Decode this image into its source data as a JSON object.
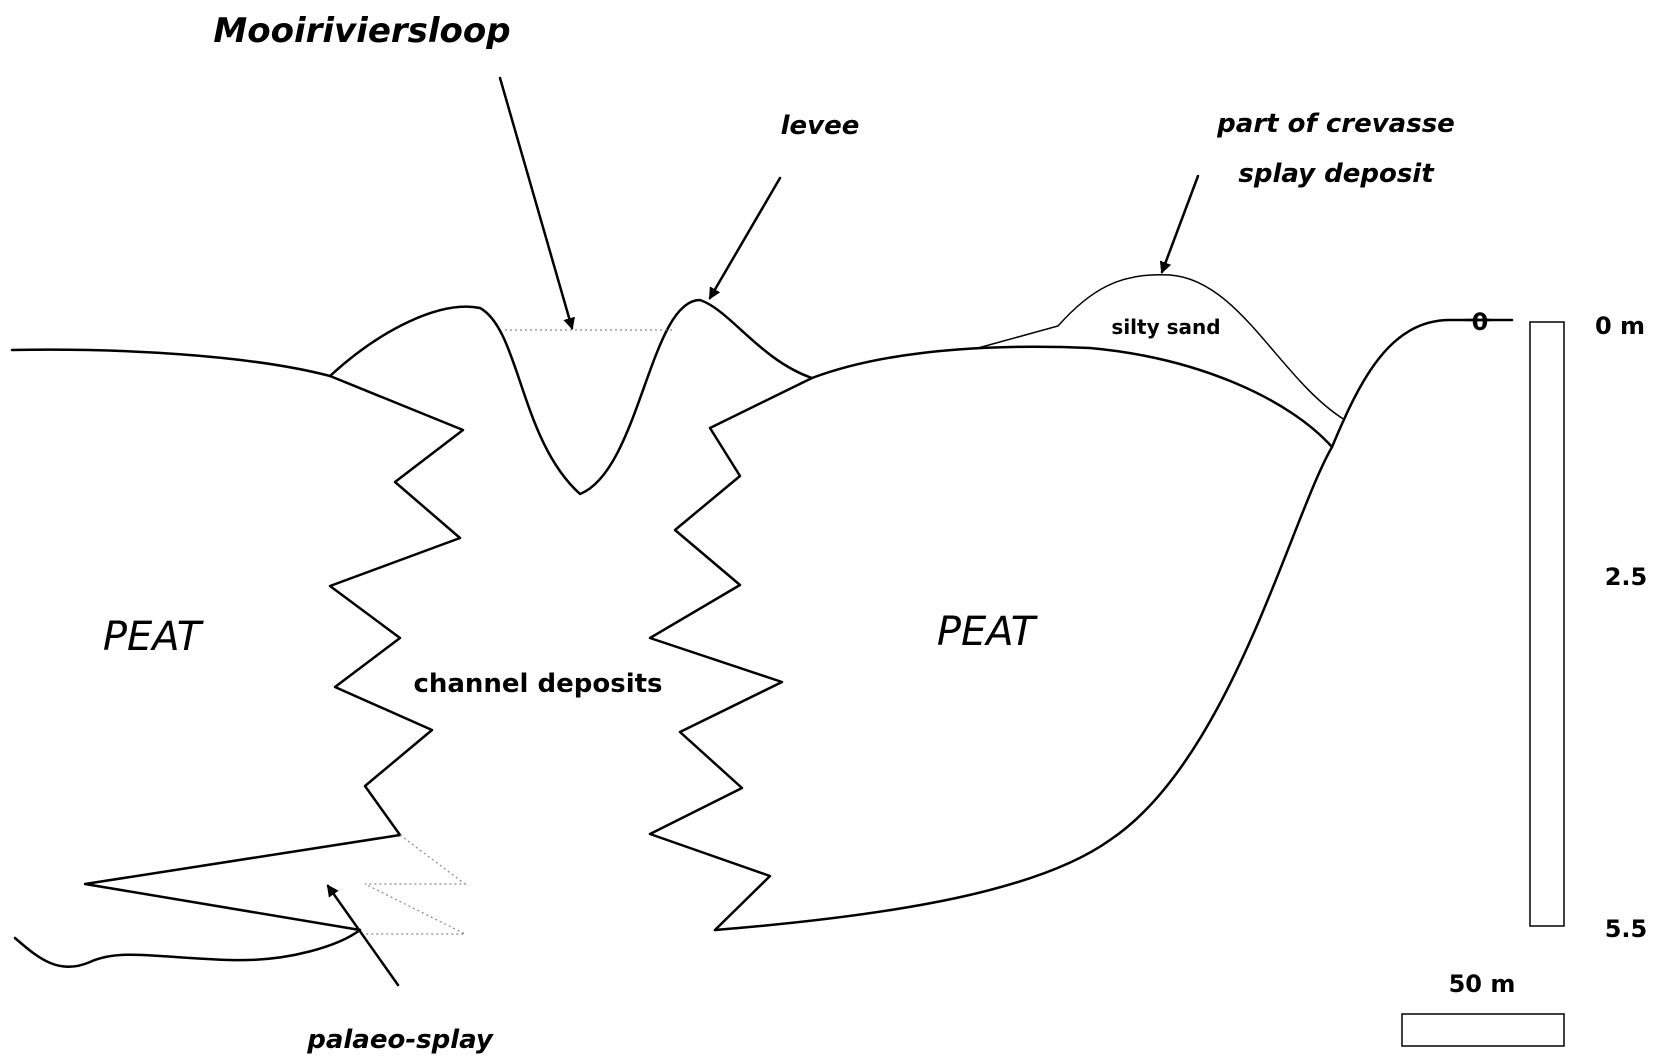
{
  "labels": {
    "title": "Mooiriviersloop",
    "levee": "levee",
    "crevasse_line1": "part of crevasse",
    "crevasse_line2": "splay deposit",
    "silty_sand": "silty sand",
    "peat_left": "PEAT",
    "peat_right": "PEAT",
    "channel_deposits": "channel deposits",
    "palaeo_splay": "palaeo-splay",
    "marker_zero": "0"
  },
  "depth_scale": {
    "ticks": [
      "0 m",
      "2.5",
      "5.5"
    ]
  },
  "horizontal_scale": {
    "label": "50 m"
  }
}
